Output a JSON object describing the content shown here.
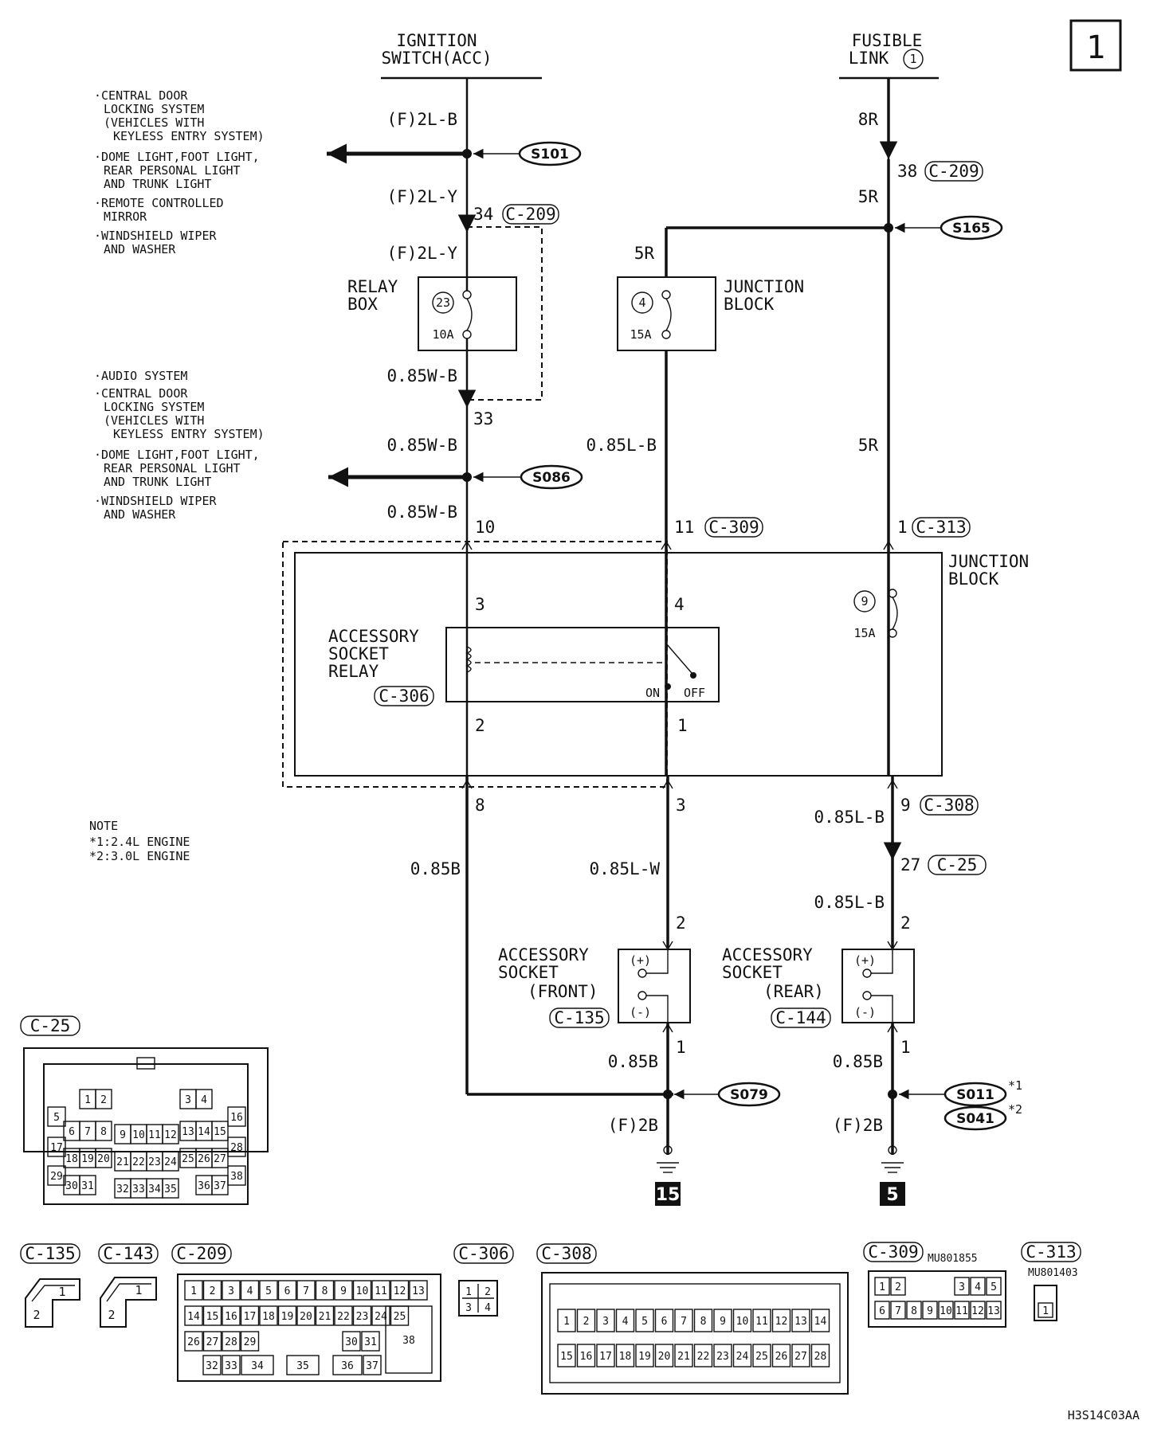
{
  "page_number": "1",
  "diagram_code": "H3S14C03AA",
  "sources": {
    "ignition": [
      "IGNITION",
      "SWITCH(ACC)"
    ],
    "fusible": [
      "FUSIBLE",
      "LINK",
      "1"
    ]
  },
  "circuit_list_1": [
    "·CENTRAL DOOR",
    "LOCKING SYSTEM",
    "(VEHICLES WITH",
    "KEYLESS ENTRY SYSTEM)",
    "·DOME LIGHT,FOOT LIGHT,",
    "REAR PERSONAL LIGHT",
    "AND TRUNK LIGHT",
    "·REMOTE CONTROLLED",
    "MIRROR",
    "·WINDSHIELD WIPER",
    "AND WASHER"
  ],
  "circuit_list_2": [
    "·AUDIO SYSTEM",
    "·CENTRAL DOOR",
    "LOCKING SYSTEM",
    "(VEHICLES WITH",
    "KEYLESS ENTRY SYSTEM)",
    "·DOME LIGHT,FOOT LIGHT,",
    "REAR PERSONAL LIGHT",
    "AND TRUNK LIGHT",
    "·WINDSHIELD WIPER",
    "AND WASHER"
  ],
  "wires": {
    "f2lb": "(F)2L-B",
    "f2ly_a": "(F)2L-Y",
    "f2ly_b": "(F)2L-Y",
    "w085wb_a": "0.85W-B",
    "w085wb_b": "0.85W-B",
    "w085wb_c": "0.85W-B",
    "w085lb_mid": "0.85L-B",
    "w8r": "8R",
    "w5r_a": "5R",
    "w5r_b": "5R",
    "w5r_c": "5R",
    "w085b": "0.85B",
    "w085lw": "0.85L-W",
    "w085lb_a": "0.85L-B",
    "w085lb_b": "0.85L-B",
    "w085b_front": "0.85B",
    "w085b_rear": "0.85B",
    "f2b_a": "(F)2B",
    "f2b_b": "(F)2B"
  },
  "splices": {
    "s101": "S101",
    "s086": "S086",
    "s165": "S165",
    "s079": "S079",
    "s011": "S011",
    "s041": "S041"
  },
  "splice_notes": {
    "n1": "*1",
    "n2": "*2"
  },
  "pins": {
    "p34": "34",
    "p33": "33",
    "p10": "10",
    "p11": "11",
    "p1": "1",
    "p38": "38",
    "r3": "3",
    "r4": "4",
    "r2": "2",
    "r1": "1",
    "p8": "8",
    "p3": "3",
    "p9": "9",
    "p27": "27",
    "pf2": "2",
    "pr2": "2",
    "pf1": "1",
    "pr1": "1"
  },
  "connectors": {
    "c209a": "C-209",
    "c209b": "C-209",
    "c309": "C-309",
    "c313": "C-313",
    "c306": "C-306",
    "c308": "C-308",
    "c25": "C-25",
    "c135": "C-135",
    "c144": "C-144"
  },
  "relay_box": {
    "label": [
      "RELAY",
      "BOX"
    ],
    "fuse_no": "23",
    "rating": "10A"
  },
  "junction_block_1": {
    "label": [
      "JUNCTION",
      "BLOCK"
    ],
    "fuse_no": "4",
    "rating": "15A"
  },
  "junction_block_2": {
    "label": [
      "JUNCTION",
      "BLOCK"
    ],
    "fuse_no": "9",
    "rating": "15A"
  },
  "relay": {
    "label": [
      "ACCESSORY",
      "SOCKET",
      "RELAY"
    ],
    "on": "ON",
    "off": "OFF"
  },
  "socket_front": {
    "label": [
      "ACCESSORY",
      "SOCKET",
      "(FRONT)"
    ],
    "plus": "(+)",
    "minus": "(-)"
  },
  "socket_rear": {
    "label": [
      "ACCESSORY",
      "SOCKET",
      "(REAR)"
    ],
    "plus": "(+)",
    "minus": "(-)"
  },
  "note": {
    "title": "NOTE",
    "lines": [
      "*1:2.4L ENGINE",
      "*2:3.0L ENGINE"
    ]
  },
  "grounds": {
    "g15": "15",
    "g5": "5"
  },
  "connector_views": {
    "c25": {
      "title": "C-25",
      "pins": [
        "1",
        "2",
        "3",
        "4",
        "5",
        "6",
        "7",
        "8",
        "9",
        "10",
        "11",
        "12",
        "13",
        "14",
        "15",
        "16",
        "17",
        "18",
        "19",
        "20",
        "21",
        "22",
        "23",
        "24",
        "25",
        "26",
        "27",
        "28",
        "29",
        "30",
        "31",
        "32",
        "33",
        "34",
        "35",
        "36",
        "37",
        "38"
      ]
    },
    "c135": {
      "title": "C-135",
      "pins": [
        "1",
        "2"
      ]
    },
    "c143": {
      "title": "C-143",
      "pins": [
        "1",
        "2"
      ]
    },
    "c209": {
      "title": "C-209",
      "pins": [
        "1",
        "2",
        "3",
        "4",
        "5",
        "6",
        "7",
        "8",
        "9",
        "10",
        "11",
        "12",
        "13",
        "14",
        "15",
        "16",
        "17",
        "18",
        "19",
        "20",
        "21",
        "22",
        "23",
        "24",
        "25",
        "26",
        "27",
        "28",
        "29",
        "30",
        "31",
        "32",
        "33",
        "34",
        "35",
        "36",
        "37",
        "38"
      ]
    },
    "c306": {
      "title": "C-306",
      "pins": [
        "1",
        "2",
        "3",
        "4"
      ]
    },
    "c308": {
      "title": "C-308",
      "pins": [
        "1",
        "2",
        "3",
        "4",
        "5",
        "6",
        "7",
        "8",
        "9",
        "10",
        "11",
        "12",
        "13",
        "14",
        "15",
        "16",
        "17",
        "18",
        "19",
        "20",
        "21",
        "22",
        "23",
        "24",
        "25",
        "26",
        "27",
        "28"
      ]
    },
    "c309": {
      "title": "C-309",
      "part": "MU801855",
      "pins": [
        "1",
        "2",
        "3",
        "4",
        "5",
        "6",
        "7",
        "8",
        "9",
        "10",
        "11",
        "12",
        "13"
      ]
    },
    "c313": {
      "title": "C-313",
      "part": "MU801403",
      "pins": [
        "1"
      ]
    }
  }
}
